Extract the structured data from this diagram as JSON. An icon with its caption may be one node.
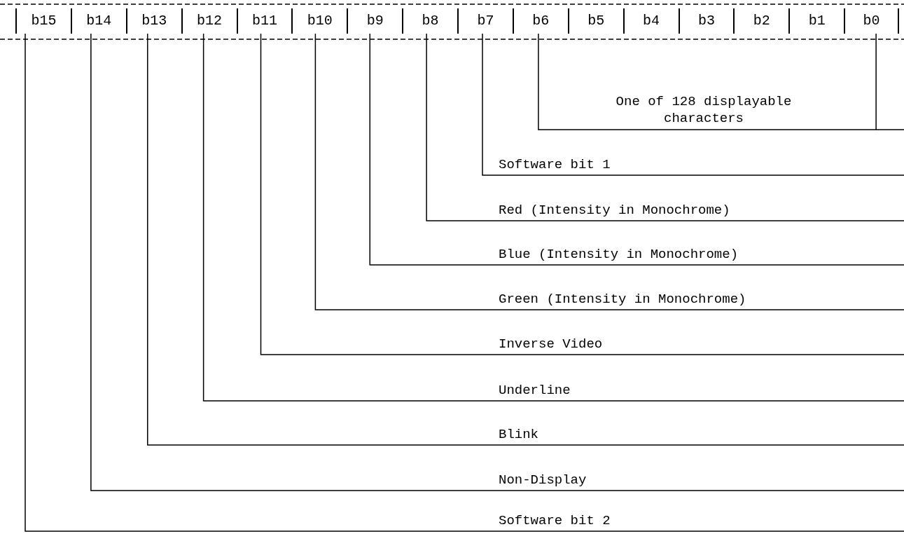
{
  "diagram": {
    "nodes": [
      {
        "text": [
          "b15"
        ]
      },
      {
        "text": [
          "b14"
        ]
      },
      {
        "text": [
          "b13"
        ]
      },
      {
        "text": [
          "b12"
        ]
      },
      {
        "text": [
          "b11"
        ]
      },
      {
        "text": [
          "b10"
        ]
      },
      {
        "text": [
          "b9"
        ]
      },
      {
        "text": [
          "b8"
        ]
      },
      {
        "text": [
          "b7"
        ]
      },
      {
        "text": [
          "b6"
        ]
      },
      {
        "text": [
          "b5"
        ]
      },
      {
        "text": [
          "b4"
        ]
      },
      {
        "text": [
          "b3"
        ]
      },
      {
        "text": [
          "b2"
        ]
      },
      {
        "text": [
          "b1"
        ]
      },
      {
        "text": [
          "b0"
        ]
      },
      {
        "text": [
          "One of 128 displayable characters"
        ]
      },
      {
        "text": [
          "Software bit 1"
        ]
      },
      {
        "text": [
          "Red (Intensity in Monochrome)"
        ]
      },
      {
        "text": [
          "Blue (Intensity in Monochrome)"
        ]
      },
      {
        "text": [
          "Green (Intensity in Monochrome)"
        ]
      },
      {
        "text": [
          "Inverse Video"
        ]
      },
      {
        "text": [
          "Underline"
        ]
      },
      {
        "text": [
          "Blink"
        ]
      },
      {
        "text": [
          "Non-Display"
        ]
      },
      {
        "text": [
          "Software bit 2"
        ]
      }
    ],
    "edges": [
      {
        "from": 16,
        "to": 9,
        "arrow": "none"
      },
      {
        "from": 16,
        "to": 15,
        "arrow": "none"
      },
      {
        "from": 17,
        "to": 8,
        "arrow": "none"
      },
      {
        "from": 18,
        "to": 7,
        "arrow": "none"
      },
      {
        "from": 19,
        "to": 6,
        "arrow": "none"
      },
      {
        "from": 20,
        "to": 5,
        "arrow": "none"
      },
      {
        "from": 21,
        "to": 4,
        "arrow": "none"
      },
      {
        "from": 22,
        "to": 3,
        "arrow": "none"
      },
      {
        "from": 23,
        "to": 2,
        "arrow": "none"
      },
      {
        "from": 24,
        "to": 1,
        "arrow": "none"
      },
      {
        "from": 25,
        "to": 0,
        "arrow": "none"
      }
    ]
  }
}
